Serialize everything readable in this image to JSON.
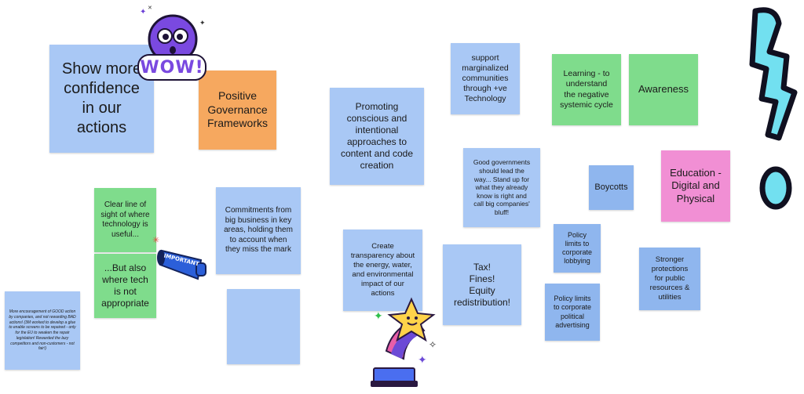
{
  "board": {
    "notes": [
      {
        "id": "show-more",
        "text": "Show more\nconfidence\nin our\nactions"
      },
      {
        "id": "positive-gov",
        "text": "Positive\nGovernance\nFrameworks"
      },
      {
        "id": "clear-line",
        "text": "Clear line of\nsight of where\ntechnology is\nuseful..."
      },
      {
        "id": "but-also",
        "text": "...But also\nwhere tech\nis not\nappropriate"
      },
      {
        "id": "commitments",
        "text": "Commitments from\nbig business in key\nareas, holding them\nto account when\nthey miss the mark"
      },
      {
        "id": "empty-blue",
        "text": ""
      },
      {
        "id": "more-encouragement",
        "text": "More encouragement of GOOD action by companies, and not rewarding BAD actions! (3M worked to develop a glue to enable screens to be repaired - only for the EU to weaken the repair legislation! Rewarded the lazy competitors and non-customers - not fair!)"
      },
      {
        "id": "promoting",
        "text": "Promoting\nconscious and\nintentional\napproaches to\ncontent and code\ncreation"
      },
      {
        "id": "create-transparency",
        "text": "Create\ntransparency about\nthe energy, water,\nand environmental\nimpact of our\nactions"
      },
      {
        "id": "support-marginalized",
        "text": "support\nmarginalized\ncommunities\nthrough +ve\nTechnology"
      },
      {
        "id": "good-governments",
        "text": "Good governments\nshould lead the\nway... Stand up for\nwhat they already\nknow is right and\ncall big companies'\nbluff!"
      },
      {
        "id": "tax-fines",
        "text": "Tax!\nFines!\nEquity\nredistribution!"
      },
      {
        "id": "learning",
        "text": "Learning - to\nunderstand\nthe negative\nsystemic cycle"
      },
      {
        "id": "awareness",
        "text": "Awareness"
      },
      {
        "id": "boycotts",
        "text": "Boycotts"
      },
      {
        "id": "education",
        "text": "Education -\nDigital and\nPhysical"
      },
      {
        "id": "policy-lobbying",
        "text": "Policy\nlimits to\ncorporate\nlobbying"
      },
      {
        "id": "policy-advertising",
        "text": "Policy limits\nto  corporate\npolitical\nadvertising"
      },
      {
        "id": "stronger-protections",
        "text": "Stronger\nprotections\nfor public\nresources &\nutilities"
      }
    ],
    "stickers": {
      "wow": "WOW!",
      "important": "IMPORTANT"
    }
  },
  "colors": {
    "blue": "#a9c8f5",
    "green": "#7fdc8c",
    "orange": "#f6a85f",
    "pink": "#f18fd4"
  }
}
